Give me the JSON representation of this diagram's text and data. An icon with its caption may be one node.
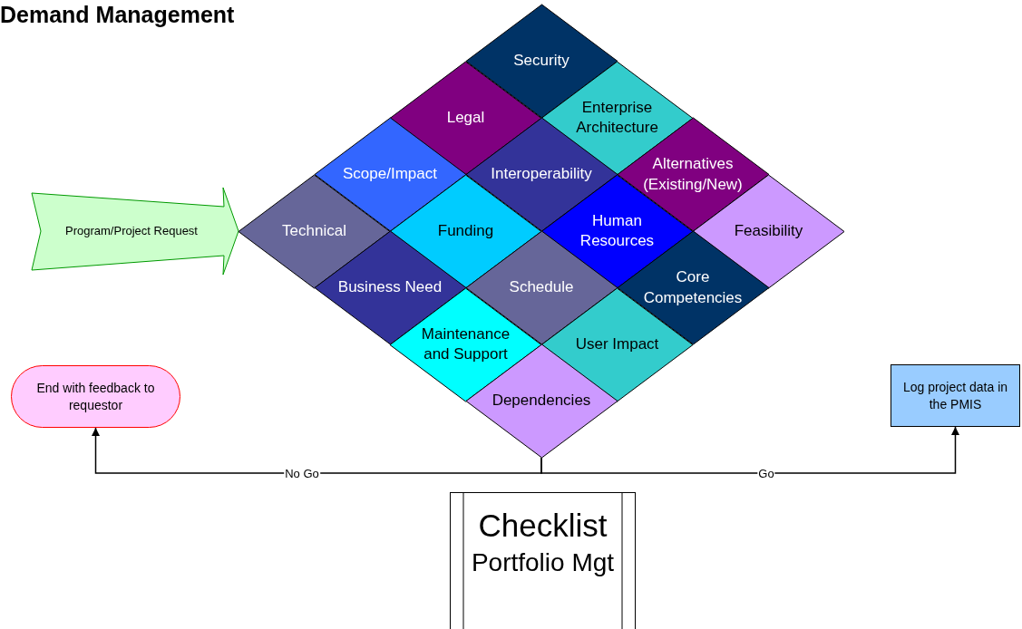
{
  "diagram": {
    "title": "Demand Management",
    "nodes": [
      {
        "text": [
          "Security"
        ]
      },
      {
        "text": [
          "Legal"
        ]
      },
      {
        "text": [
          "Enterprise Architecture"
        ]
      },
      {
        "text": [
          "Scope/Impact"
        ]
      },
      {
        "text": [
          "Interoperability"
        ]
      },
      {
        "text": [
          "Alternatives (Existing/New)"
        ]
      },
      {
        "text": [
          "Program/Project Request"
        ]
      },
      {
        "text": [
          "Technical"
        ]
      },
      {
        "text": [
          "Funding"
        ]
      },
      {
        "text": [
          "Human Resources"
        ]
      },
      {
        "text": [
          "Feasibility"
        ]
      },
      {
        "text": [
          "Business Need"
        ]
      },
      {
        "text": [
          "Schedule"
        ]
      },
      {
        "text": [
          "Core Competencies"
        ]
      },
      {
        "text": [
          "Maintenance and Support"
        ]
      },
      {
        "text": [
          "User Impact"
        ]
      },
      {
        "text": [
          "End with feedback to requestor"
        ]
      },
      {
        "text": [
          "Log project data in the PMIS"
        ]
      },
      {
        "text": [
          "Dependencies"
        ]
      },
      {
        "text": [
          "Checklist",
          "Portfolio Mgt"
        ]
      }
    ],
    "edges": [
      {
        "from": 18,
        "to": 16,
        "label": "No Go",
        "arrow": "to"
      },
      {
        "from": 18,
        "to": 17,
        "label": "Go",
        "arrow": "to"
      }
    ]
  }
}
